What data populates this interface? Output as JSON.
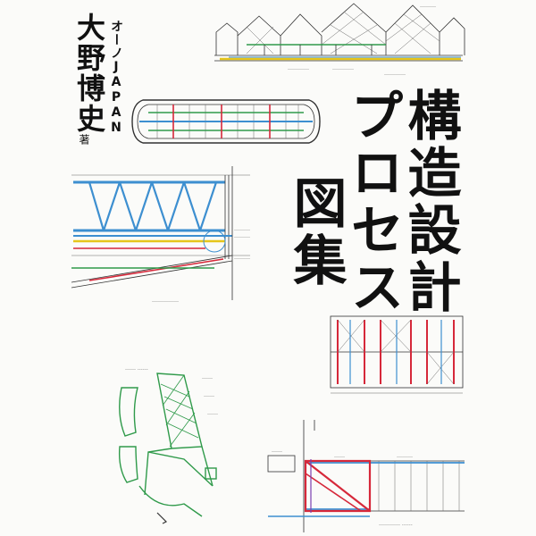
{
  "book": {
    "title_line1": "構造設計",
    "title_line2": "プロセス",
    "title_line3": "図集",
    "author_name": "大野博史",
    "author_org": "オーノJAPAN",
    "author_role": "著"
  },
  "colors": {
    "title": "#111111",
    "sketch_blue": "#3d8fd0",
    "sketch_red": "#d6283a",
    "sketch_green": "#2f9a4a",
    "sketch_yellow": "#e6c51a"
  }
}
